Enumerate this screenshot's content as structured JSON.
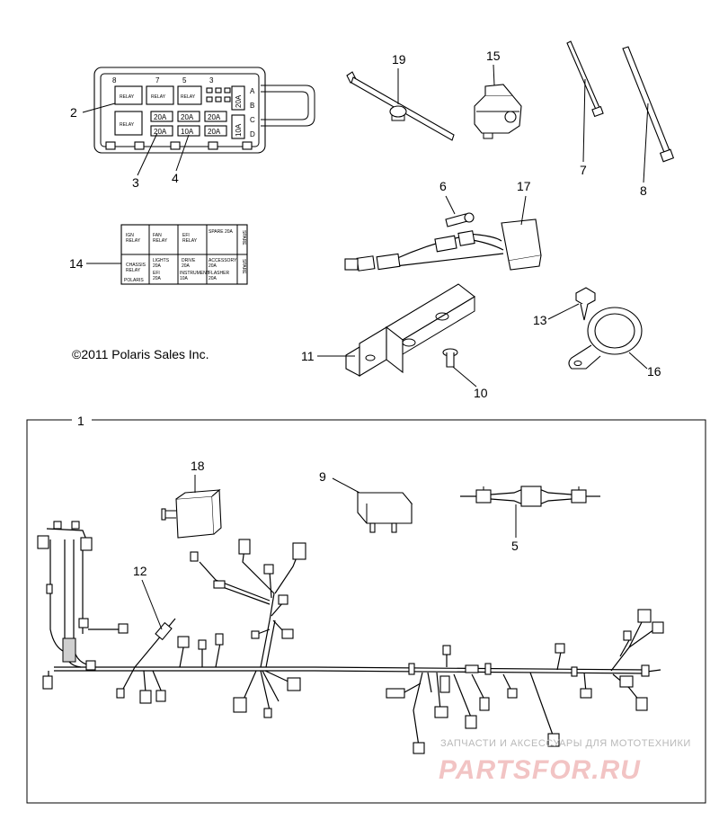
{
  "copyright": "©2011 Polaris Sales Inc.",
  "callouts": {
    "c1": "1",
    "c2": "2",
    "c3": "3",
    "c4": "4",
    "c5": "5",
    "c6": "6",
    "c7": "7",
    "c8": "8",
    "c9": "9",
    "c10": "10",
    "c11": "11",
    "c12": "12",
    "c13": "13",
    "c14": "14",
    "c15": "15",
    "c16": "16",
    "c17": "17",
    "c18": "18",
    "c19": "19"
  },
  "fuse_box": {
    "top_numbers": [
      "8",
      "7",
      "5",
      "3"
    ],
    "row_letters": [
      "A",
      "B",
      "C",
      "D"
    ],
    "relay_label": "RELAY",
    "fuses_row1": [
      "20A",
      "20A",
      "20A"
    ],
    "fuses_row2": [
      "20A",
      "10A",
      "20A"
    ],
    "side_fuses": [
      "20A",
      "10A"
    ]
  },
  "decal": {
    "relays": [
      "IGN\nRELAY",
      "FAN\nRELAY",
      "EFI\nRELAY"
    ],
    "chassis": "CHASSIS\nRELAY",
    "lower": [
      "LIGHTS\n20A",
      "DRIVE\n20A",
      "ACCESSORY\n20A"
    ],
    "lower2": [
      "EFI\n20A",
      "INSTRUMENT\n10A",
      "FLASHER\n20A"
    ],
    "spare": "SPARE 20A",
    "spare2": "SPARE",
    "brand": "POLARIS"
  },
  "watermark": {
    "tagline": "ЗАПЧАСТИ И АКСЕССУАРЫ ДЛЯ МОТОТЕХНИКИ",
    "logo": "PARTSFOR.RU"
  }
}
